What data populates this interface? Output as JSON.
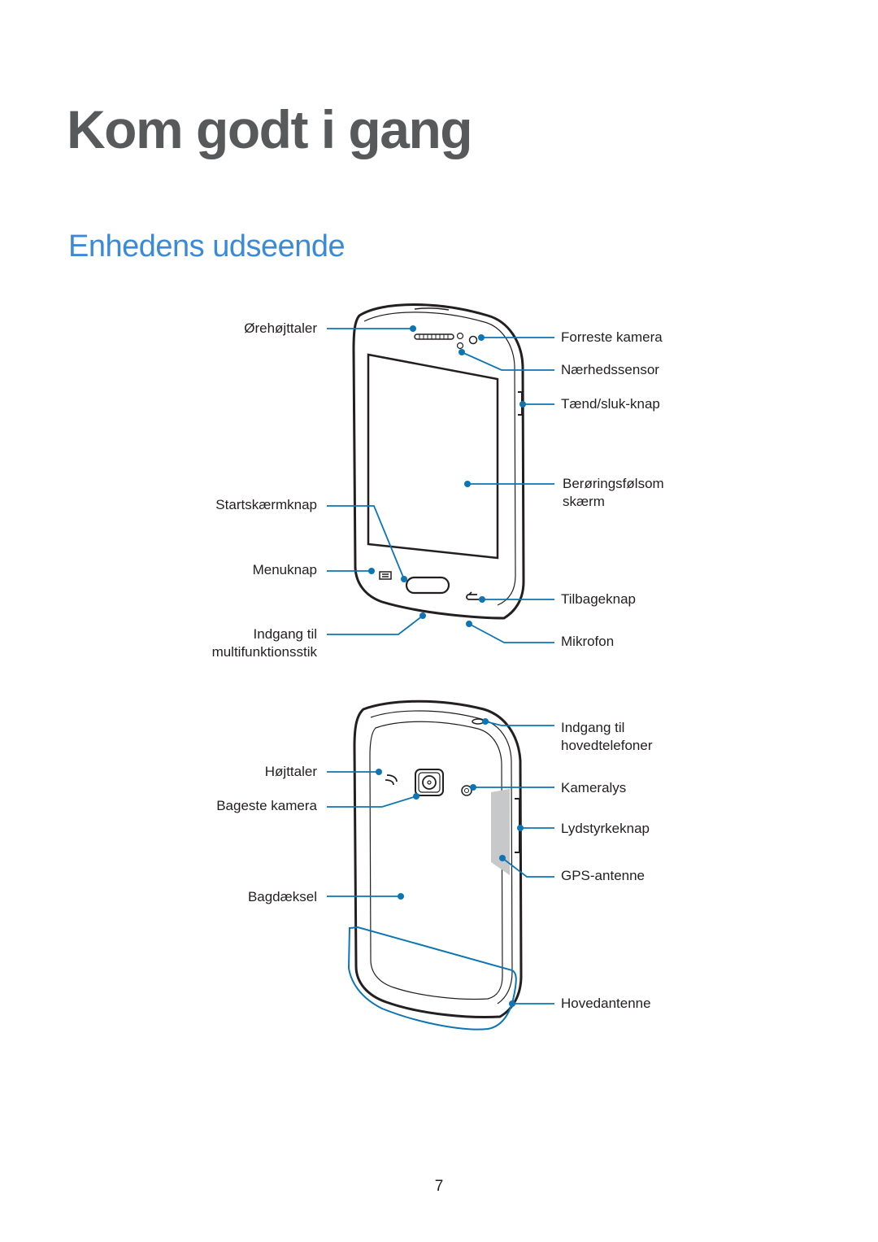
{
  "chapter_title": "Kom godt i gang",
  "section_title": "Enhedens udseende",
  "front_labels": {
    "earpiece": "Ørehøjttaler",
    "front_camera": "Forreste kamera",
    "proximity_sensor": "Nærhedssensor",
    "power_key": "Tænd/sluk-knap",
    "touchscreen_line1": "Berøringsfølsom",
    "touchscreen_line2": "skærm",
    "home_key": "Startskærmknap",
    "menu_key": "Menuknap",
    "back_key": "Tilbageknap",
    "mfj_line1": "Indgang til",
    "mfj_line2": "multifunktionsstik",
    "microphone": "Mikrofon"
  },
  "back_labels": {
    "headset_line1": "Indgang til",
    "headset_line2": "hovedtelefoner",
    "speaker": "Højttaler",
    "flash": "Kameralys",
    "rear_camera": "Bageste kamera",
    "volume_key": "Lydstyrkeknap",
    "gps_antenna": "GPS-antenne",
    "back_cover": "Bagdæksel",
    "main_antenna": "Hovedantenne"
  },
  "colors": {
    "accent": "#0d75b4",
    "section_title": "#3a8ad8",
    "chapter_title": "#58595b"
  },
  "page_number": "7"
}
